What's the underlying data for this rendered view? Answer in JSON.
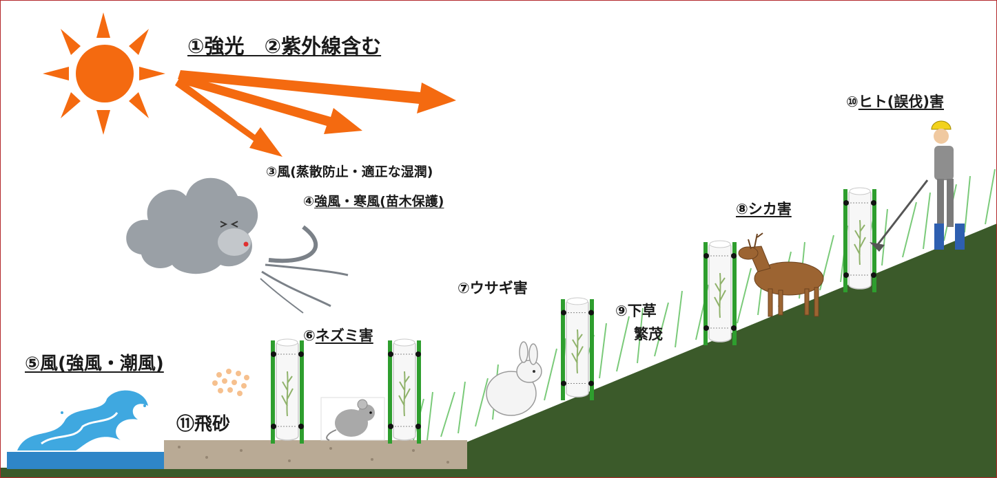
{
  "labels": {
    "light": "①強光　②紫外線含む",
    "wind_moist": "③風(蒸散防止・適正な湿潤)",
    "wind_cold_prefix": "④",
    "wind_cold": "強風・寒風(苗木保護)",
    "sea_wind": "⑤風(強風・潮風)",
    "mouse_prefix": "⑥",
    "mouse": "ネズミ害",
    "rabbit": "⑦ウサギ害",
    "deer": "⑧シカ害",
    "weeds_line1": "⑨下草",
    "weeds_line2": "繁茂",
    "human_prefix": "⑩",
    "human": "ヒト(誤伐)害",
    "sand": "⑪飛砂"
  },
  "icons": [
    "sun-icon",
    "wind-cloud-icon",
    "wave-icon",
    "sand-particles-icon",
    "mouse-icon",
    "rabbit-icon",
    "deer-icon",
    "worker-icon",
    "tree-shelter-icon",
    "grass-icon"
  ],
  "colors": {
    "sun": "#f46a10",
    "arrow": "#f46a10",
    "cloud": "#9aa0a6",
    "hill": "#3b5a2a",
    "water": "#2f86c8",
    "ground": "#b9aa95",
    "shelter_post": "#2e9e2e",
    "frame": "#b3262a"
  }
}
